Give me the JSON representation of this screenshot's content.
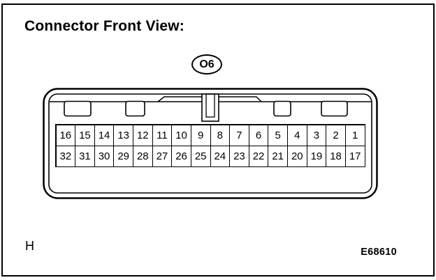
{
  "title": "Connector Front View:",
  "connector_id": "O6",
  "section_label": "H",
  "figure_code": "E68610",
  "pins": {
    "rows": [
      [
        16,
        15,
        14,
        13,
        12,
        11,
        10,
        9,
        8,
        7,
        6,
        5,
        4,
        3,
        2,
        1
      ],
      [
        32,
        31,
        30,
        29,
        28,
        27,
        26,
        25,
        24,
        23,
        22,
        21,
        20,
        19,
        18,
        17
      ]
    ]
  },
  "colors": {
    "line": "#000000",
    "background": "#ffffff"
  }
}
